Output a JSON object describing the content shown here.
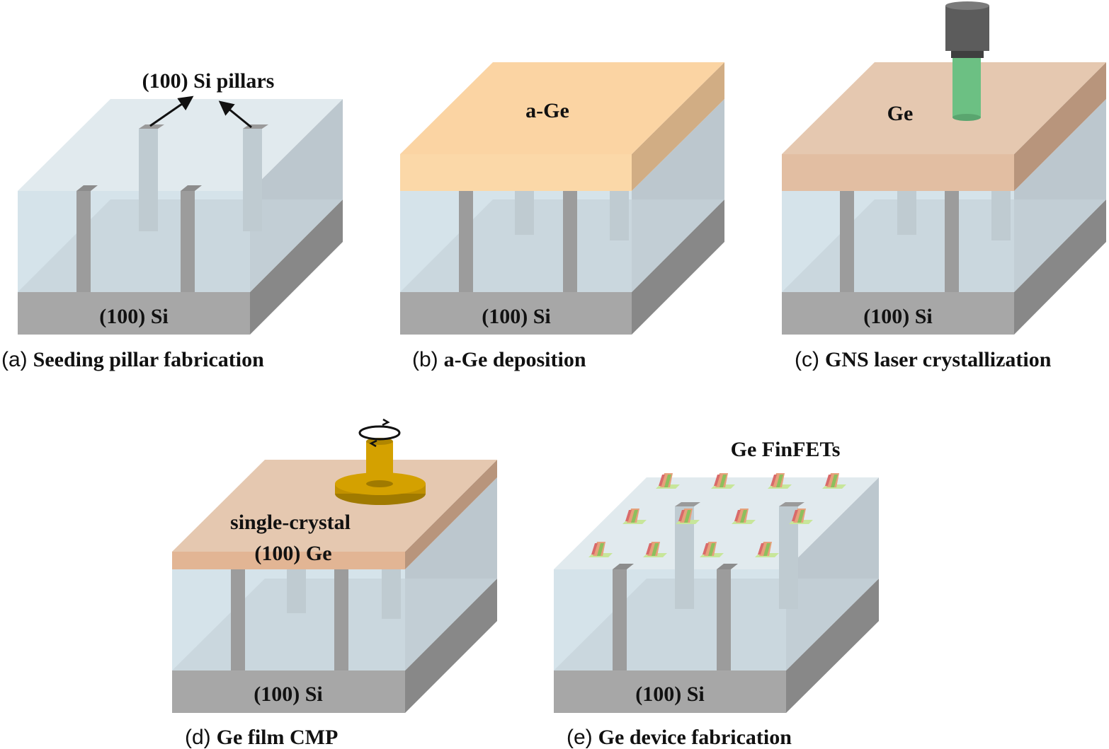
{
  "panels": {
    "a": {
      "caption_letter": "(a)",
      "caption_text": "Seeding pillar fabrication",
      "substrate_label": "(100) Si",
      "annotation": "(100) Si pillars"
    },
    "b": {
      "caption_letter": "(b)",
      "caption_text": "a-Ge deposition",
      "substrate_label": "(100) Si",
      "film_label": "a-Ge"
    },
    "c": {
      "caption_letter": "(c)",
      "caption_text": "GNS laser crystallization",
      "substrate_label": "(100) Si",
      "film_label": "Ge"
    },
    "d": {
      "caption_letter": "(d)",
      "caption_text": "Ge film CMP",
      "substrate_label": "(100) Si",
      "film_label_line1": "single-crystal",
      "film_label_line2": "(100) Ge"
    },
    "e": {
      "caption_letter": "(e)",
      "caption_text": "Ge device fabrication",
      "substrate_label": "(100) Si",
      "device_label": "Ge FinFETs"
    }
  },
  "colors": {
    "oxide_front": "#d5e3ea",
    "oxide_side": "#bcc7ce",
    "oxide_top": "#e1eaee",
    "si_front": "#a7a7a7",
    "si_side": "#888888",
    "aGe_front": "#fbd8a8",
    "aGe_top": "#fbd4a3",
    "aGe_side": "#d1ad84",
    "ge_front": "#e2bea2",
    "ge_side": "#b8957c",
    "pillar": "#9c9c9c",
    "laser_beam": "#6cc083",
    "laser_head": "#5c5c5c",
    "cmp_pad": "#d4a100"
  }
}
